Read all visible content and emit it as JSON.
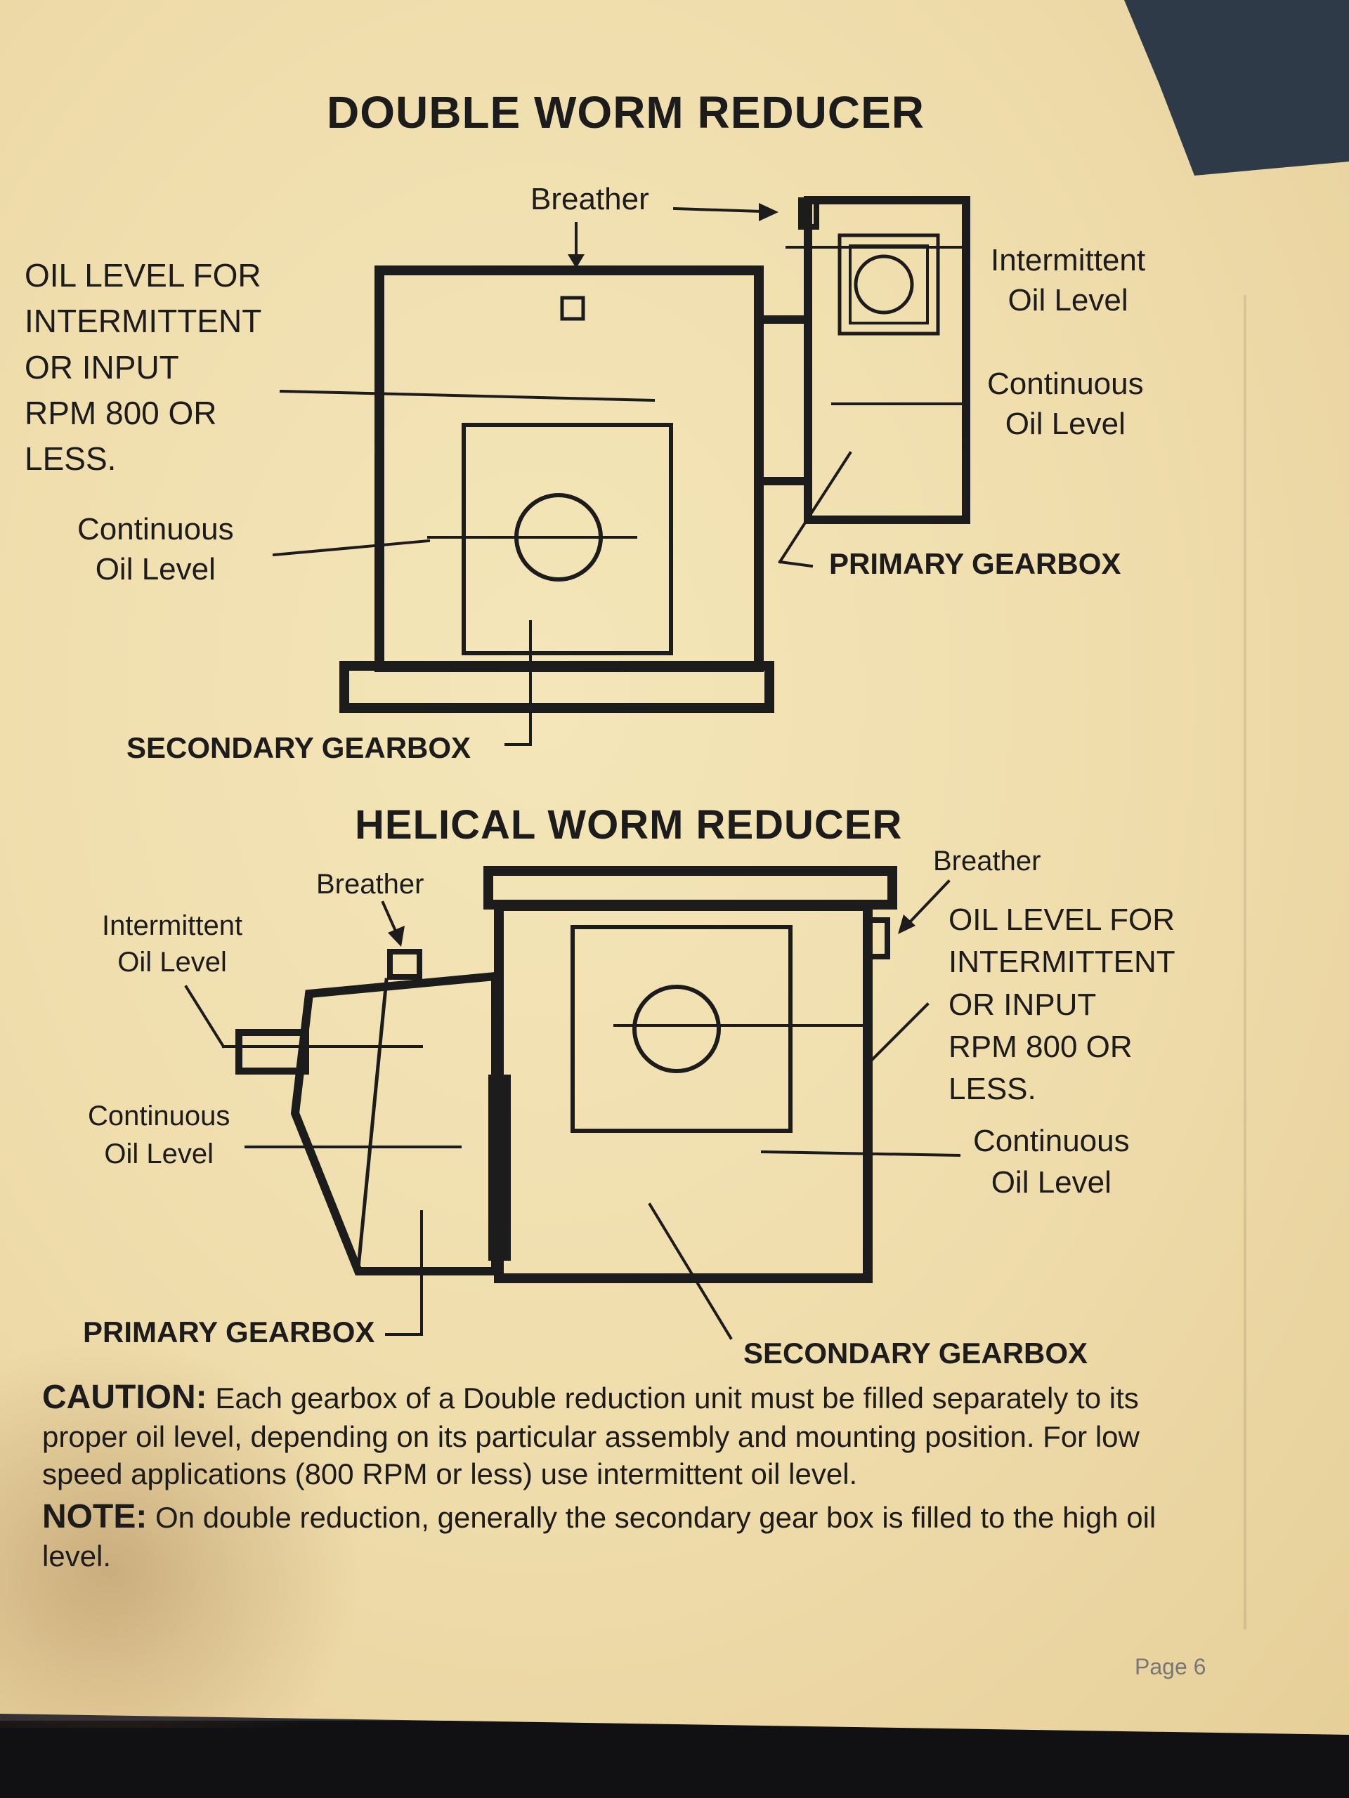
{
  "double": {
    "title": "DOUBLE WORM REDUCER",
    "breather": "Breather",
    "oil_level_for": "OIL LEVEL FOR\nINTERMITTENT\nOR INPUT\nRPM 800 OR\nLESS.",
    "continuous_left": "Continuous\nOil Level",
    "intermittent_right": "Intermittent\nOil Level",
    "continuous_right": "Continuous\nOil Level",
    "primary": "PRIMARY GEARBOX",
    "secondary": "SECONDARY GEARBOX"
  },
  "helical": {
    "title": "HELICAL WORM REDUCER",
    "breather_left": "Breather",
    "breather_right": "Breather",
    "intermittent_left": "Intermittent\nOil Level",
    "continuous_left": "Continuous\nOil Level",
    "oil_level_for": "OIL LEVEL FOR\nINTERMITTENT\nOR INPUT\nRPM 800 OR\nLESS.",
    "continuous_right": "Continuous\nOil Level",
    "primary": "PRIMARY GEARBOX",
    "secondary": "SECONDARY GEARBOX"
  },
  "caution": {
    "label": "CAUTION:",
    "text": "Each gearbox of a Double reduction unit must be filled separately to its proper oil level, depending on its particular assembly and mounting position. For low speed applications (800 RPM or less) use intermittent oil level."
  },
  "note": {
    "label": "NOTE:",
    "text": "On double reduction, generally the secondary gear box is filled to the high oil level."
  },
  "page_number": "Page 6",
  "colors": {
    "paper": "#f1e0b0",
    "ink": "#1d1c1c"
  }
}
